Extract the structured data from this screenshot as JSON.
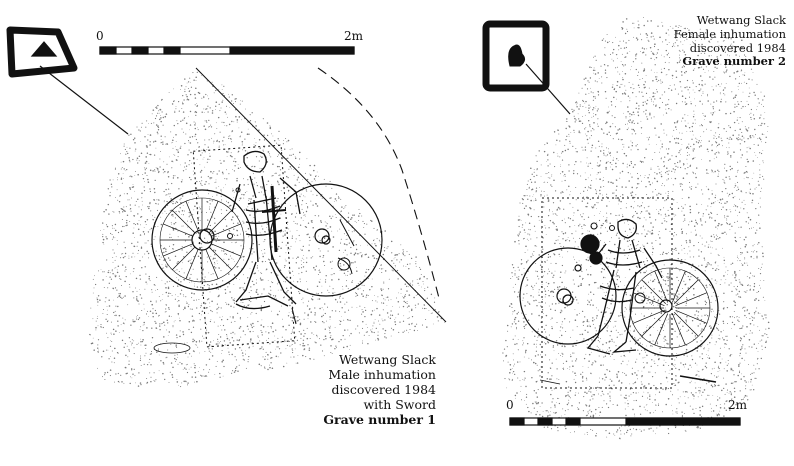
{
  "grave1": {
    "caption": {
      "site": "Wetwang Slack",
      "type": "Male inhumation",
      "discovered": "discovered 1984",
      "note": "with Sword",
      "grave_label": "Grave number 1"
    },
    "scale": {
      "start_label": "0",
      "end_label": "2m"
    }
  },
  "grave2": {
    "caption": {
      "site": "Wetwang Slack",
      "type": "Female inhumation",
      "discovered": "discovered 1984",
      "grave_label": "Grave number 2"
    },
    "scale": {
      "start_label": "0",
      "end_label": "2m"
    }
  },
  "colors": {
    "ink": "#111111",
    "stipple": "#7a7a7a",
    "paper": "#ffffff"
  }
}
